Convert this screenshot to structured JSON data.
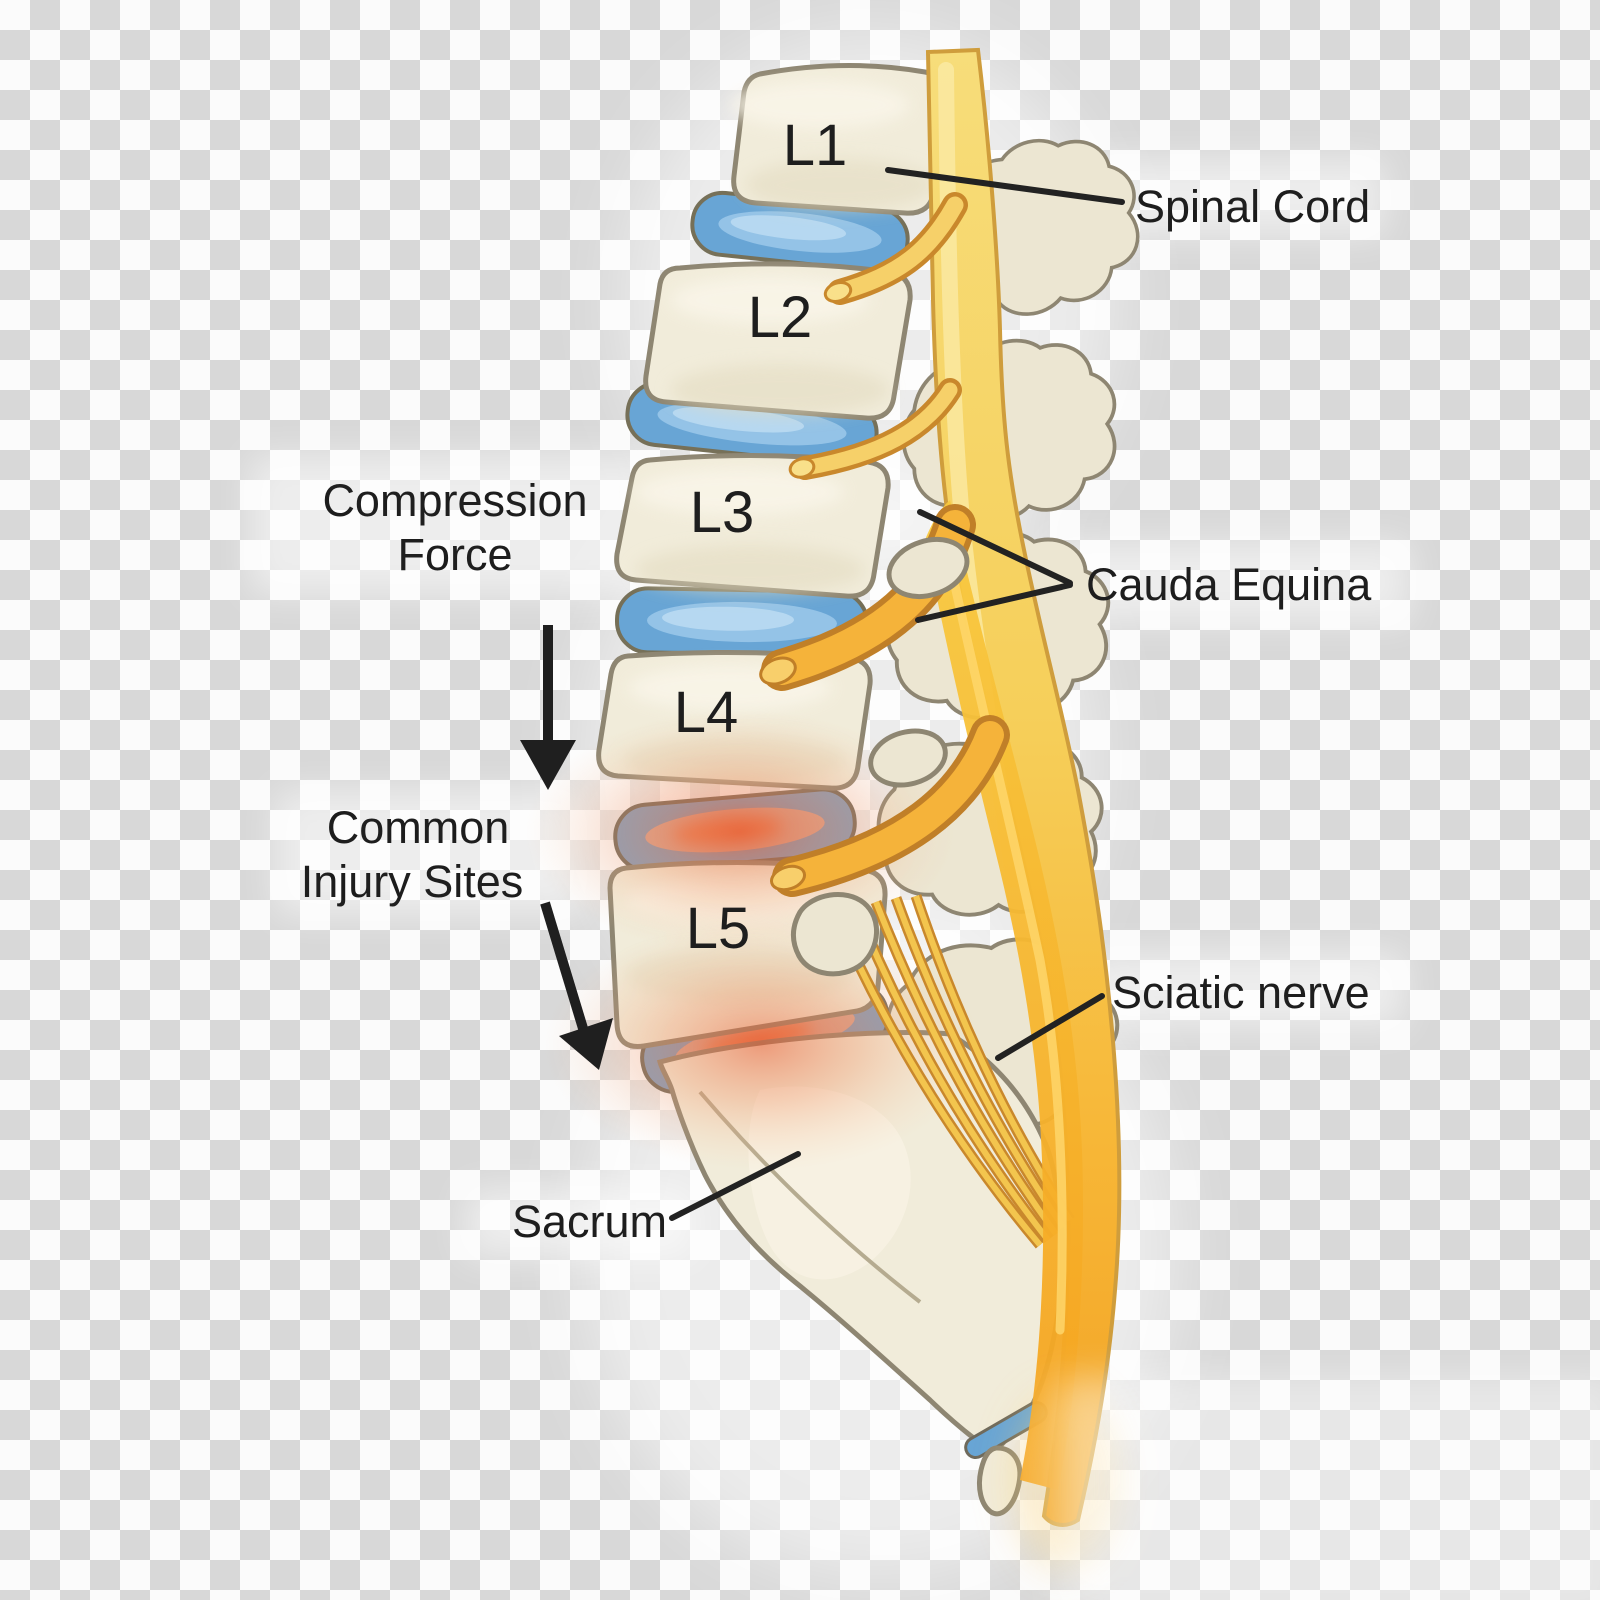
{
  "diagram": {
    "title": "Lumbar spine compression injury diagram",
    "vertebrae": [
      {
        "id": "l1",
        "label": "L1"
      },
      {
        "id": "l2",
        "label": "L2"
      },
      {
        "id": "l3",
        "label": "L3"
      },
      {
        "id": "l4",
        "label": "L4"
      },
      {
        "id": "l5",
        "label": "L5"
      }
    ],
    "annotations": {
      "spinal_cord": "Spinal Cord",
      "cauda_equina": "Cauda Equina",
      "compression_line1": "Compression",
      "compression_line2": "Force",
      "injury_line1": "Common",
      "injury_line2": "Injury Sites",
      "sciatic_nerve": "Sciatic nerve",
      "sacrum": "Sacrum"
    },
    "colors": {
      "checker_gray": "#d8d8d8",
      "checker_white": "#fbfbfb",
      "bone_fill": "#f1ecda",
      "bone_stroke": "#8e8672",
      "disc_blue": "#68a5d5",
      "disc_inner_blue": "#94c3e7",
      "injured_disc": "#7e9cbc",
      "injury_core_orange": "#ea7f53",
      "injury_glow_red": "#e85c2e",
      "nerve_yellow": "#f6d96f",
      "nerve_orange": "#f6b02f",
      "nerve_stroke": "#c9882c",
      "label_color": "#1e1e1e"
    }
  }
}
